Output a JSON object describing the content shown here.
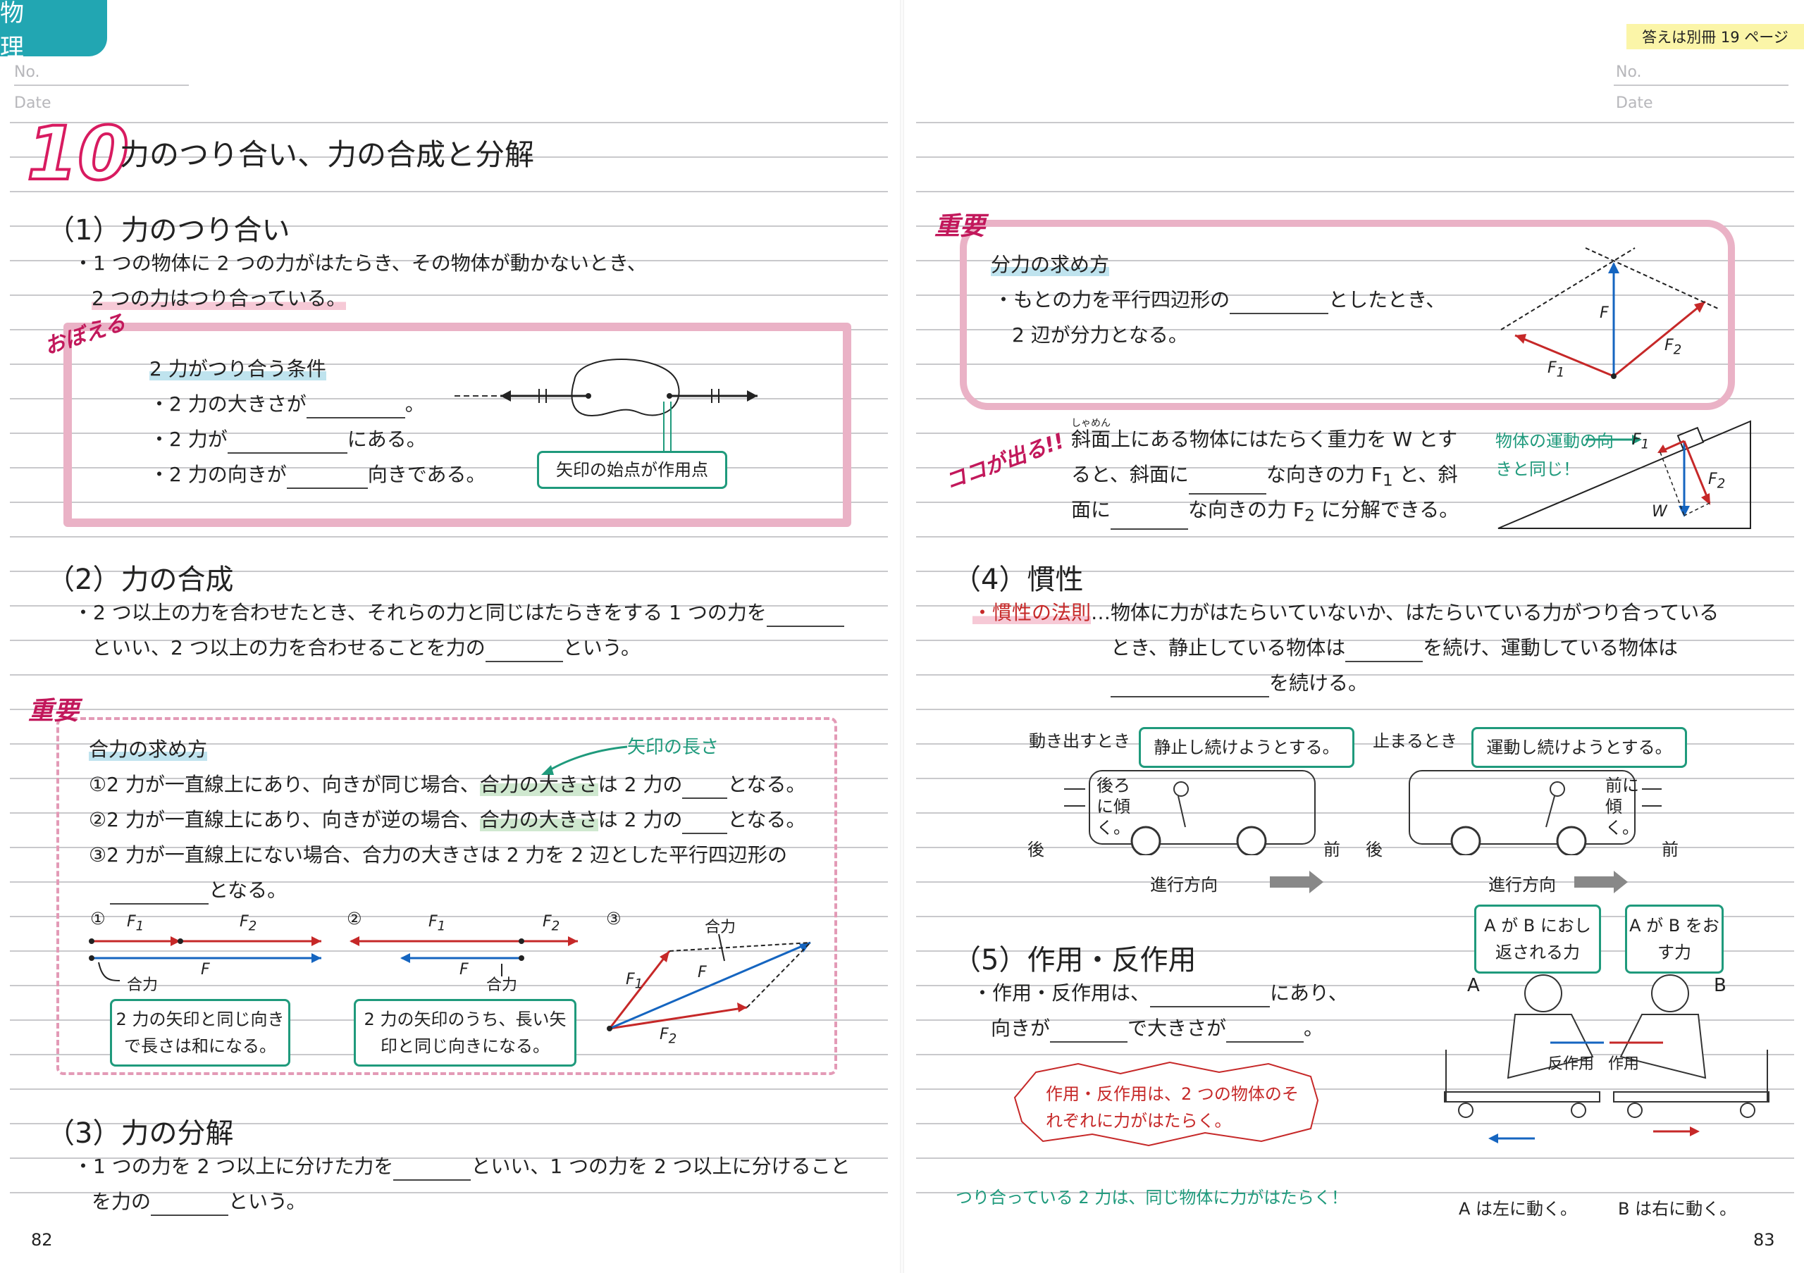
{
  "header": {
    "subject": "物　理",
    "answer_ref": "答えは別冊 19 ページ",
    "no_label": "No.",
    "date_label": "Date"
  },
  "chapter": {
    "number": "10",
    "title": "力のつり合い、力の合成と分解"
  },
  "s1": {
    "heading": "（1）力のつり合い",
    "line1": "・1 つの物体に 2 つの力がはたらき、その物体が動かないとき、",
    "line2": "2 つの力はつり合っている。",
    "tag": "おぼえる",
    "box_title": "2 力がつり合う条件",
    "c1a": "・2 力の大きさが",
    "c1b": "。",
    "c2a": "・2 力が",
    "c2b": "にある。",
    "c3a": "・2 力の向きが",
    "c3b": "向きである。",
    "callout": "矢印の始点が作用点"
  },
  "s2": {
    "heading": "（2）力の合成",
    "line1": "・2 つ以上の力を合わせたとき、それらの力と同じはたらきをする 1 つの力を",
    "line2a": "といい、2 つ以上の力を合わせることを力の",
    "line2b": "という。",
    "tag": "重要",
    "box_title": "合力の求め方",
    "arrow_note": "矢印の長さ",
    "r1a": "①2 力が一直線上にあり、向きが同じ場合、",
    "r1hl": "合力の大きさ",
    "r1b": "は 2 力の",
    "r1c": "となる。",
    "r2a": "②2 力が一直線上にあり、向きが逆の場合、",
    "r2hl": "合力の大きさ",
    "r2b": "は 2 力の",
    "r2c": "となる。",
    "r3": "③2 力が一直線上にない場合、合力の大きさは 2 力を 2 辺とした平行四辺形の",
    "r3b": "となる。",
    "d1": {
      "num": "①",
      "f1": "F",
      "f1s": "1",
      "f2": "F",
      "f2s": "2",
      "f": "F",
      "res": "合力"
    },
    "d2": {
      "num": "②",
      "f1": "F",
      "f1s": "1",
      "f2": "F",
      "f2s": "2",
      "f": "F",
      "res": "合力"
    },
    "d3": {
      "num": "③",
      "res": "合力",
      "f1": "F",
      "f1s": "1",
      "f": "F",
      "f2": "F",
      "f2s": "2"
    },
    "box1": "2 力の矢印と同じ向きで長さは和になる。",
    "box2": "2 力の矢印のうち、長い矢印と同じ向きになる。"
  },
  "s3": {
    "heading": "（3）力の分解",
    "line1": "・1 つの力を 2 つ以上に分けた力を",
    "line1b": "といい、1 つの力を 2 つ以上に分けること",
    "line2a": "を力の",
    "line2b": "という。"
  },
  "r_imp": {
    "tag": "重要",
    "title": "分力の求め方",
    "l1a": "・もとの力を平行四辺形の",
    "l1b": "としたとき、",
    "l2": "2 辺が分力となる。",
    "F": "F",
    "F1": "F",
    "F1s": "1",
    "F2": "F",
    "F2s": "2"
  },
  "koko": {
    "tag": "ココが出る!!",
    "ruby": "しゃめん",
    "l1": "斜面上にある物体にはたらく重力を W とす",
    "l2a": "ると、斜面に",
    "l2b": "な向きの力 F",
    "l2s": "1",
    "l2c": " と、斜",
    "l3a": "面に",
    "l3b": "な向きの力 F",
    "l3s": "2",
    "l3c": " に分解できる。",
    "note": "物体の運動の向きと同じ！",
    "W": "W",
    "F1": "F",
    "F1s": "1",
    "F2": "F",
    "F2s": "2"
  },
  "s4": {
    "heading": "（4）慣性",
    "law": "・慣性の法則",
    "l1": "…物体に力がはたらいていないか、はたらいている力がつり合っている",
    "l2a": "とき、静止している物体は",
    "l2b": "を続け、運動している物体は",
    "l3": "を続ける。",
    "bus1": {
      "label": "動き出すとき",
      "bubble": "静止し続けようとする。",
      "lean": "後ろに傾く。",
      "back": "後",
      "front": "前",
      "dir": "進行方向"
    },
    "bus2": {
      "label": "止まるとき",
      "bubble": "運動し続けようとする。",
      "lean": "前に傾く。",
      "back": "後",
      "front": "前",
      "dir": "進行方向"
    }
  },
  "s5": {
    "heading": "（5）作用・反作用",
    "l1a": "・作用・反作用は、",
    "l1b": "にあり、",
    "l2a": "向きが",
    "l2b": "で大きさが",
    "l2c": "。",
    "note_red": "作用・反作用は、2 つの物体のそれぞれに力がはたらく。",
    "note_teal": "つり合っている 2 力は、同じ物体に力がはたらく！",
    "boxA": "A が B におし返される力",
    "boxB": "A が B をおす力",
    "A": "A",
    "B": "B",
    "react": "反作用",
    "act": "作用",
    "moveA": "A は左に動く。",
    "moveB": "B は右に動く。"
  },
  "pages": {
    "left": "82",
    "right": "83"
  }
}
